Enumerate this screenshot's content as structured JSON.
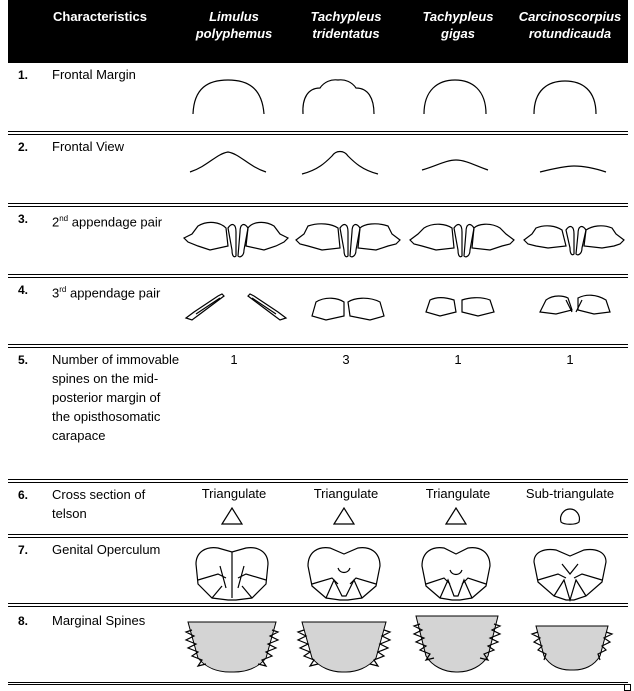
{
  "header": {
    "characteristics": "Characteristics",
    "species": [
      {
        "genus": "Limulus",
        "epithet": "polyphemus"
      },
      {
        "genus": "Tachypleus",
        "epithet": "tridentatus"
      },
      {
        "genus": "Tachypleus",
        "epithet": "gigas"
      },
      {
        "genus": "Carcinoscorpius",
        "epithet": "rotundicauda"
      }
    ]
  },
  "rows": [
    {
      "num": "1.",
      "label": "Frontal Margin"
    },
    {
      "num": "2.",
      "label": "Frontal View"
    },
    {
      "num": "3.",
      "label_pre": "2",
      "label_sup": "nd",
      "label_post": " appendage pair"
    },
    {
      "num": "4.",
      "label_pre": "3",
      "label_sup": "rd",
      "label_post": " appendage pair"
    },
    {
      "num": "5.",
      "label": "Number of immovable spines on the mid-posterior margin of the opisthosomatic carapace",
      "values": [
        "1",
        "3",
        "1",
        "1"
      ]
    },
    {
      "num": "6.",
      "label": "Cross section of telson",
      "values": [
        "Triangulate",
        "Triangulate",
        "Triangulate",
        "Sub-triangulate"
      ]
    },
    {
      "num": "7.",
      "label": "Genital Operculum"
    },
    {
      "num": "8.",
      "label": "Marginal Spines"
    }
  ],
  "colors": {
    "header_bg": "#000000",
    "header_text": "#ffffff",
    "spine_fill": "#d4d4d4"
  }
}
